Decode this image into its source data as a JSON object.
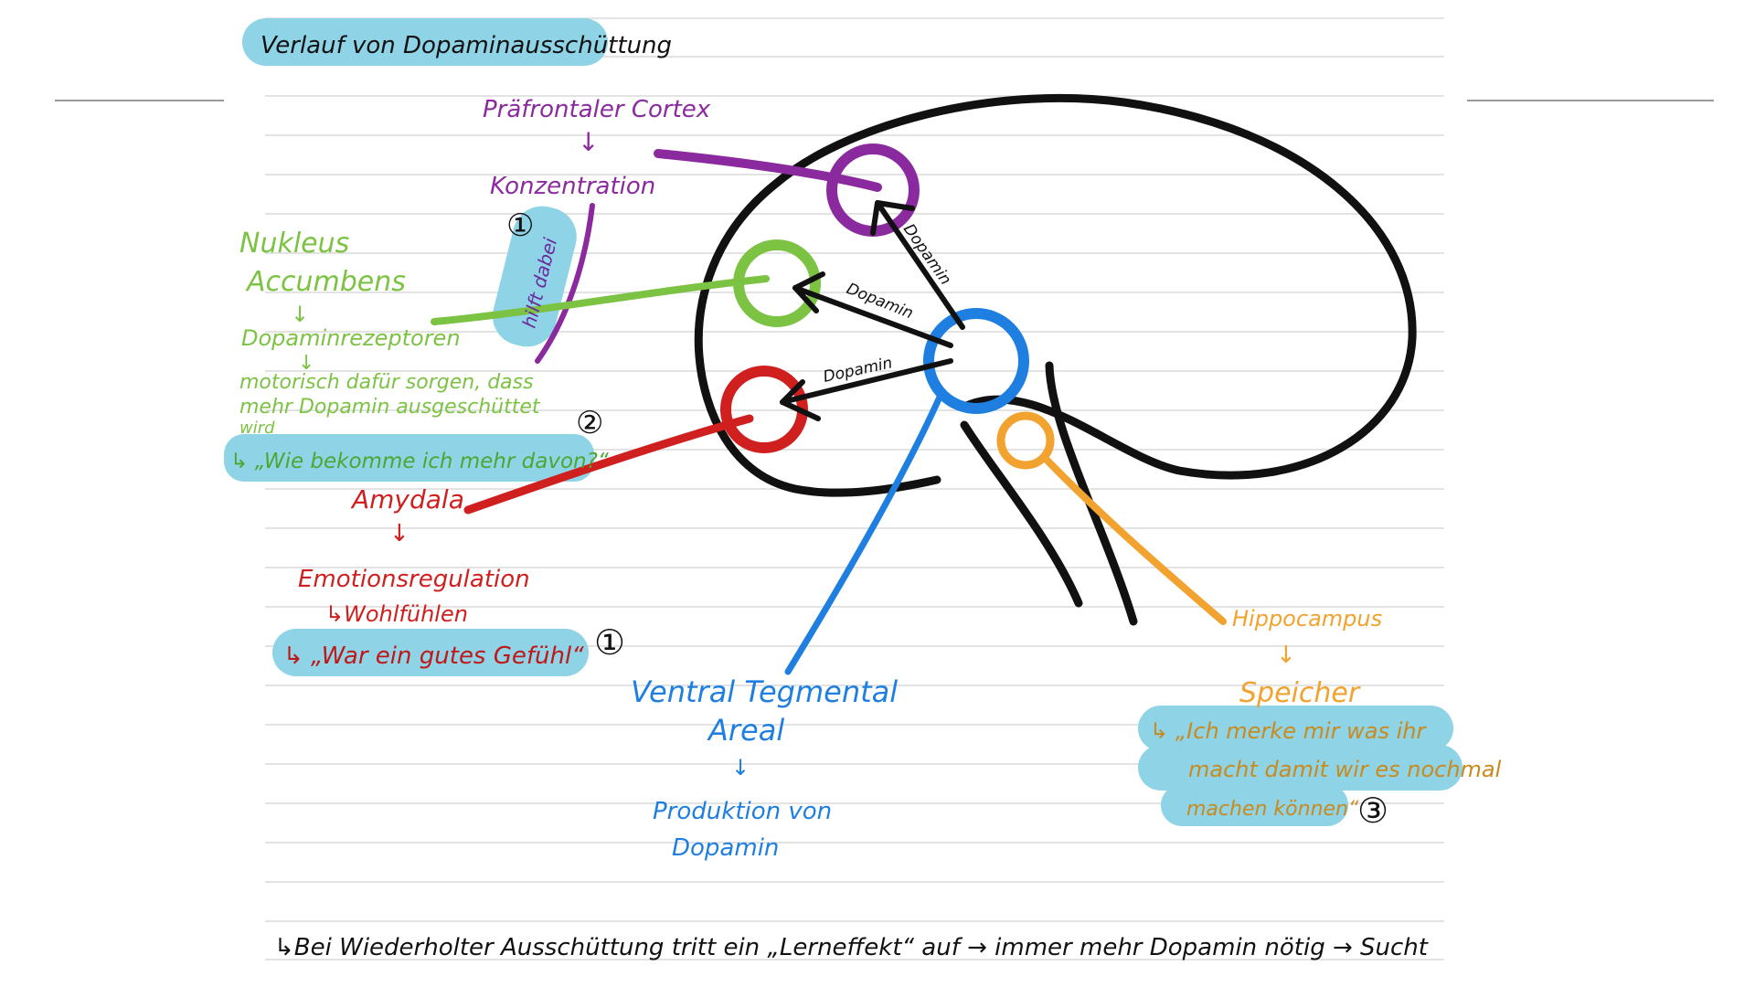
{
  "title": "Verlauf von Dopaminausschüttung",
  "colors": {
    "highlight": "#8fd3e6",
    "prefrontal": "#8b2a9e",
    "nucleus": "#7cc243",
    "amygdala": "#d01f1f",
    "vta": "#1e7fe0",
    "hippocampus": "#f2a22e",
    "ink": "#111111"
  },
  "prefrontal": {
    "name": "Präfrontaler Cortex",
    "arrow": "↓",
    "function": "Konzentration",
    "helps": "hilft dabei",
    "number": "①"
  },
  "nucleus": {
    "name_line1": "Nukleus",
    "name_line2": "Accumbens",
    "arrow1": "↓",
    "receptors": "Dopaminrezeptoren",
    "arrow2": "↓",
    "desc_line1": "motorisch dafür sorgen, dass",
    "desc_line2": "mehr Dopamin ausgeschüttet",
    "desc_line3": "wird",
    "quote": "↳ „Wie bekomme ich mehr davon?“",
    "number": "②"
  },
  "amygdala": {
    "name": "Amydala",
    "arrow": "↓",
    "function": "Emotionsregulation",
    "sub": "↳Wohlfühlen",
    "quote": "↳ „War ein gutes Gefühl“",
    "number": "①"
  },
  "vta": {
    "name_line1": "Ventral Tegmental",
    "name_line2": "Areal",
    "arrow": "↓",
    "function_line1": "Produktion von",
    "function_line2": "Dopamin"
  },
  "hippocampus": {
    "name": "Hippocampus",
    "arrow": "↓",
    "function": "Speicher",
    "quote_line1": "↳ „Ich merke mir was ihr",
    "quote_line2": "macht damit wir es nochmal",
    "quote_line3": "machen können“",
    "number": "③"
  },
  "arrows": {
    "dopamin1": "Dopamin",
    "dopamin2": "Dopamin",
    "dopamin3": "Dopamin"
  },
  "footer": "↳Bei Wiederholter Ausschüttung tritt ein „Lerneffekt“ auf → immer mehr Dopamin nötig → Sucht"
}
